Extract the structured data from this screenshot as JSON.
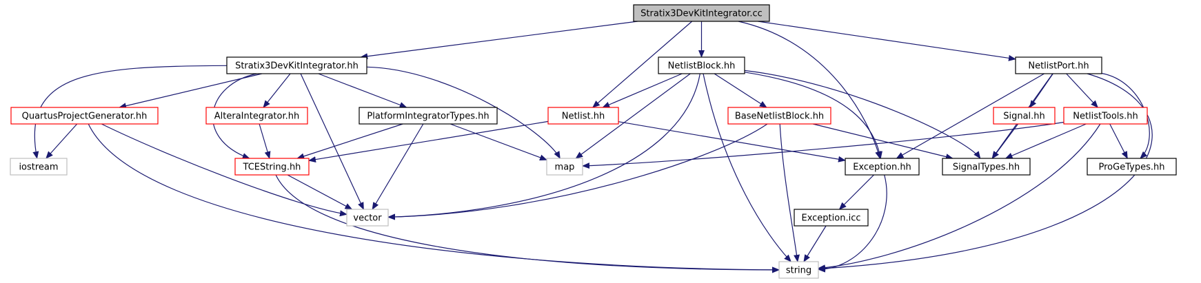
{
  "graph": {
    "colors": {
      "edge": "#191970",
      "root_fill": "#bfbfbf",
      "root_border": "#000000",
      "normal_border": "#000000",
      "red_border": "#ff0000",
      "gray_border": "#bfbfbf",
      "background": "#ffffff"
    },
    "nodes": [
      {
        "id": "root",
        "label": "Stratix3DevKitIntegrator.cc",
        "style": "root"
      },
      {
        "id": "s3hh",
        "label": "Stratix3DevKitIntegrator.hh",
        "style": "normal"
      },
      {
        "id": "nlb",
        "label": "NetlistBlock.hh",
        "style": "normal"
      },
      {
        "id": "nlp",
        "label": "NetlistPort.hh",
        "style": "normal"
      },
      {
        "id": "qpg",
        "label": "QuartusProjectGenerator.hh",
        "style": "red"
      },
      {
        "id": "ai",
        "label": "AlteraIntegrator.hh",
        "style": "red"
      },
      {
        "id": "pit",
        "label": "PlatformIntegratorTypes.hh",
        "style": "normal"
      },
      {
        "id": "nl",
        "label": "Netlist.hh",
        "style": "red"
      },
      {
        "id": "bnb",
        "label": "BaseNetlistBlock.hh",
        "style": "red"
      },
      {
        "id": "sig",
        "label": "Signal.hh",
        "style": "red"
      },
      {
        "id": "nlt",
        "label": "NetlistTools.hh",
        "style": "red"
      },
      {
        "id": "ios",
        "label": "iostream",
        "style": "gray"
      },
      {
        "id": "tce",
        "label": "TCEString.hh",
        "style": "red"
      },
      {
        "id": "map",
        "label": "map",
        "style": "gray"
      },
      {
        "id": "exc",
        "label": "Exception.hh",
        "style": "normal"
      },
      {
        "id": "st",
        "label": "SignalTypes.hh",
        "style": "normal"
      },
      {
        "id": "pgt",
        "label": "ProGeTypes.hh",
        "style": "normal"
      },
      {
        "id": "vec",
        "label": "vector",
        "style": "gray"
      },
      {
        "id": "icc",
        "label": "Exception.icc",
        "style": "normal"
      },
      {
        "id": "str",
        "label": "string",
        "style": "gray"
      }
    ],
    "edges": [
      [
        "root",
        "s3hh"
      ],
      [
        "root",
        "nlb"
      ],
      [
        "root",
        "nlp"
      ],
      [
        "root",
        "nl"
      ],
      [
        "root",
        "exc"
      ],
      [
        "s3hh",
        "ios"
      ],
      [
        "s3hh",
        "qpg"
      ],
      [
        "s3hh",
        "tce"
      ],
      [
        "s3hh",
        "ai"
      ],
      [
        "s3hh",
        "pit"
      ],
      [
        "s3hh",
        "vec"
      ],
      [
        "s3hh",
        "map"
      ],
      [
        "nlb",
        "nl"
      ],
      [
        "nlb",
        "map"
      ],
      [
        "nlb",
        "vec"
      ],
      [
        "nlb",
        "str"
      ],
      [
        "nlb",
        "bnb"
      ],
      [
        "nlb",
        "exc"
      ],
      [
        "nlb",
        "st"
      ],
      [
        "nlp",
        "exc"
      ],
      [
        "nlp",
        "sig"
      ],
      [
        "nlp",
        "nlt"
      ],
      [
        "nlp",
        "pgt"
      ],
      [
        "nlp",
        "st"
      ],
      [
        "nlp",
        "str"
      ],
      [
        "qpg",
        "ios"
      ],
      [
        "qpg",
        "vec"
      ],
      [
        "qpg",
        "str"
      ],
      [
        "ai",
        "tce"
      ],
      [
        "pit",
        "tce"
      ],
      [
        "pit",
        "map"
      ],
      [
        "pit",
        "vec"
      ],
      [
        "nl",
        "tce"
      ],
      [
        "nl",
        "exc"
      ],
      [
        "bnb",
        "vec"
      ],
      [
        "bnb",
        "str"
      ],
      [
        "bnb",
        "st"
      ],
      [
        "sig",
        "st"
      ],
      [
        "nlt",
        "map"
      ],
      [
        "nlt",
        "st"
      ],
      [
        "nlt",
        "pgt"
      ],
      [
        "nlt",
        "str"
      ],
      [
        "tce",
        "vec"
      ],
      [
        "tce",
        "str"
      ],
      [
        "exc",
        "icc"
      ],
      [
        "exc",
        "str"
      ],
      [
        "icc",
        "str"
      ]
    ]
  }
}
